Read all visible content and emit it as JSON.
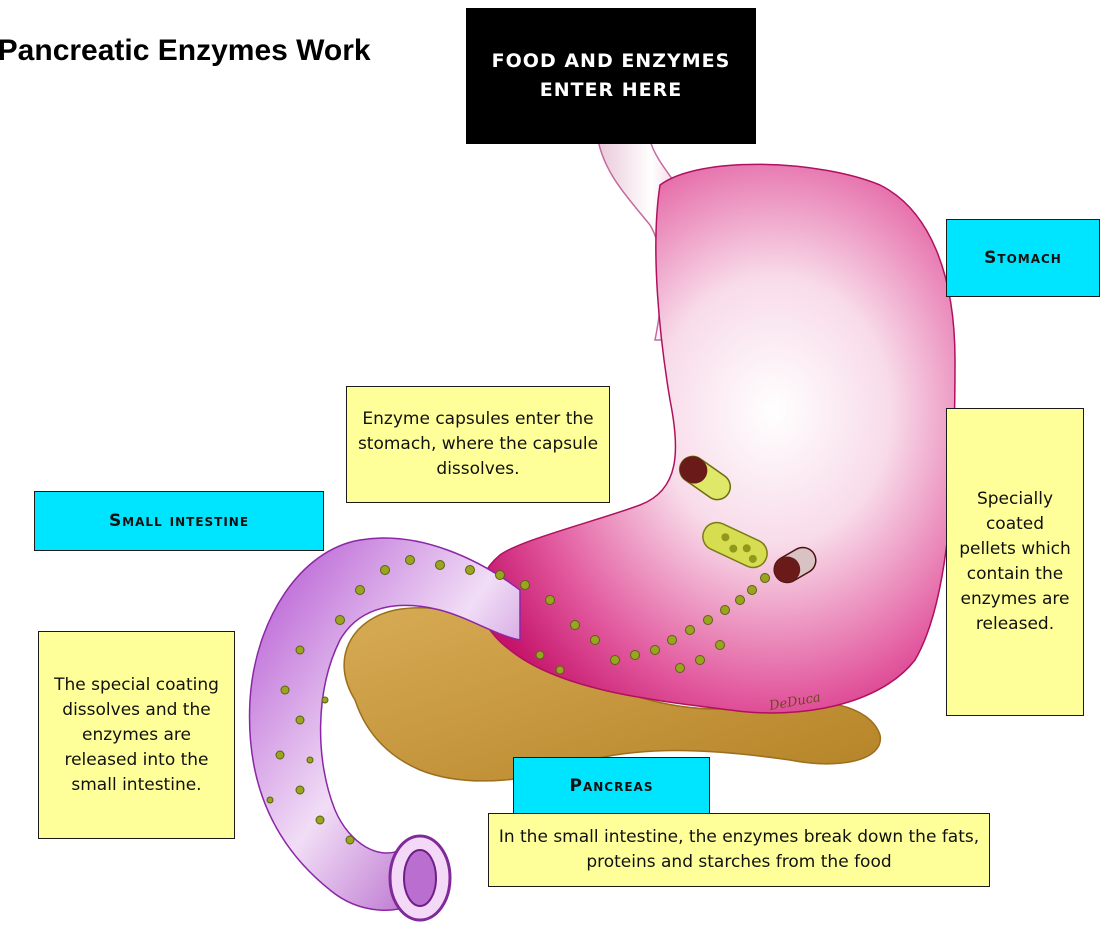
{
  "title": "w Pancreatic Enzymes Work",
  "labels": {
    "food_entry": "FOOD AND ENZYMES ENTER HERE",
    "stomach": "Stomach",
    "small_intestine": "Small intestine",
    "pancreas": "Pancreas"
  },
  "notes": {
    "capsules": "Enzyme capsules enter the stomach, where the capsule dissolves.",
    "pellets": "Specially coated pellets which contain the enzymes are released.",
    "coating": "The special coating dissolves and the enzymes are released into the small intestine.",
    "breakdown": "In the small intestine, the enzymes break down the fats, proteins and starches from the food"
  },
  "colors": {
    "stomach": "#d8227a",
    "intestine": "#a53bc0",
    "pancreas": "#c89a3a",
    "pellet": "#9aa51f",
    "capsule_dark": "#6b1a1a",
    "label_cyan": "#00e5ff",
    "note_yellow": "#ffff99"
  },
  "signature": "DeDuca"
}
